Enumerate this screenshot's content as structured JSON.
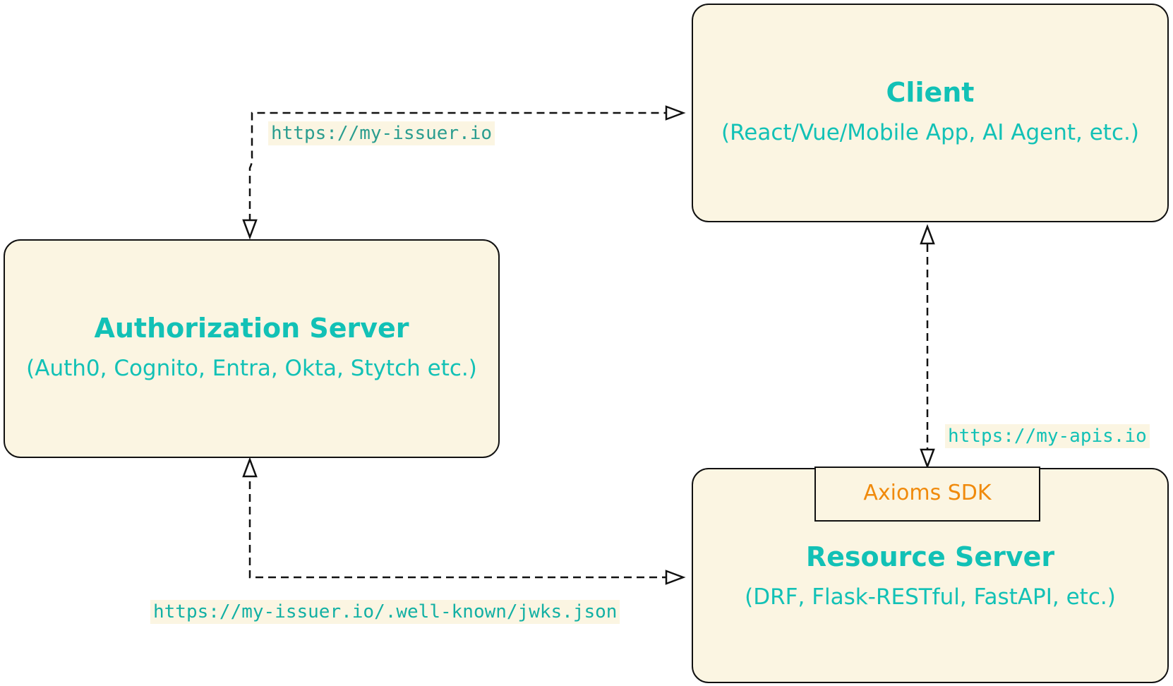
{
  "diagram": {
    "nodes": {
      "client": {
        "title": "Client",
        "subtitle": "(React/Vue/Mobile App, AI Agent, etc.)"
      },
      "authorization_server": {
        "title": "Authorization Server",
        "subtitle": "(Auth0, Cognito, Entra, Okta, Stytch etc.)"
      },
      "resource_server": {
        "title": "Resource Server",
        "subtitle": "(DRF, Flask-RESTful, FastAPI, etc.)",
        "component": "Axioms SDK"
      }
    },
    "edges": [
      {
        "from": "authorization_server",
        "to": "client",
        "label": "https://my-issuer.io",
        "bidirectional": true,
        "style": "dashed"
      },
      {
        "from": "client",
        "to": "resource_server",
        "label": "https://my-apis.io",
        "bidirectional": true,
        "style": "dashed"
      },
      {
        "from": "authorization_server",
        "to": "resource_server",
        "label": "https://my-issuer.io/.well-known/jwks.json",
        "bidirectional": true,
        "style": "dashed"
      }
    ]
  },
  "colors": {
    "node_fill": "#fbf5e2",
    "node_border": "#111111",
    "node_text": "#12c1b6",
    "sdk_text": "#f08a0c",
    "issuer_label_text": "#2a9d8f",
    "apis_label_text": "#12c1b6",
    "jwks_label_text": "#12b0a4",
    "arrow": "#111111"
  }
}
